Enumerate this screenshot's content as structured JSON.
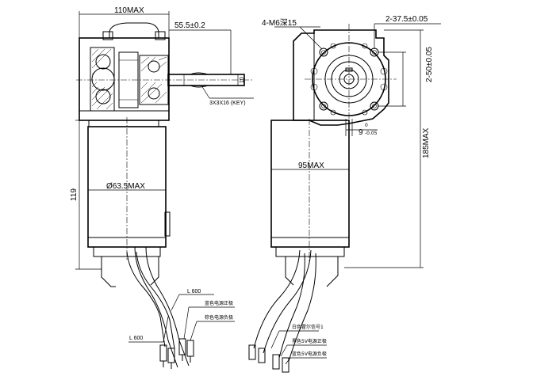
{
  "dimensions": {
    "overall_length": "110MAX",
    "shaft_offset": "55.5±0.2",
    "shaft_dia": "10",
    "key": "3X3X16 (KEY)",
    "body_dia": "Ø63.5MAX",
    "body_height": "119",
    "l600_right": "L 600",
    "l600_left": "L 600",
    "mount_holes": "4-M6深15",
    "hole_spacing_x": "2-37.5±0.05",
    "hole_spacing_y": "2-50±0.05",
    "key_width": "9",
    "key_tol_upper": "0",
    "key_tol_lower": "-0.05",
    "width_max": "95MAX",
    "height_max": "185MAX"
  },
  "wire_labels": {
    "left_a": "蓝色电源正极",
    "left_b": "棕色电源负极",
    "right_a": "白色霍尔信号1",
    "right_b": "黑色5V电源正极",
    "right_c": "蓝色5V电源负极"
  }
}
